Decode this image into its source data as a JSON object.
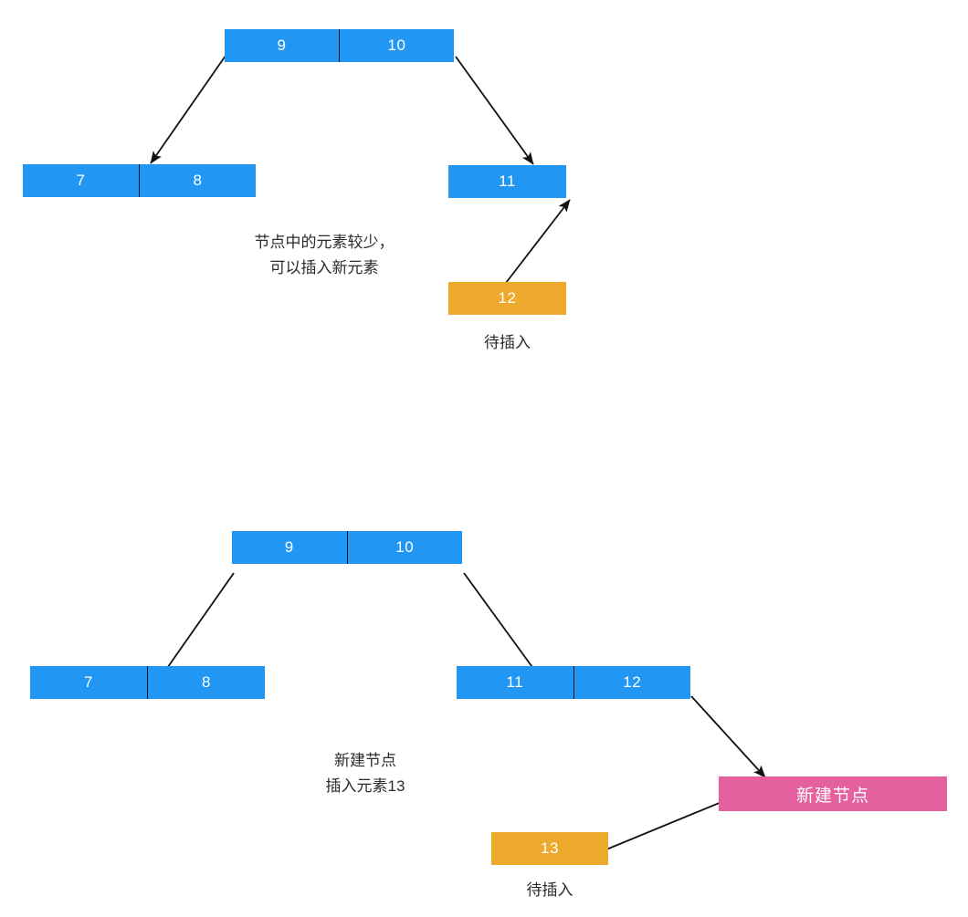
{
  "diagram": {
    "title": "B-tree insertion illustration",
    "colors": {
      "node_blue": "#2196f3",
      "pending_orange": "#eda92b",
      "new_node_pink": "#e4609f",
      "arrow_black": "#111111",
      "text_dark": "#2b2b2b",
      "node_text_white": "#ffffff",
      "background": "#ffffff"
    },
    "steps": [
      {
        "id": "step-1",
        "root": {
          "cells": [
            "9",
            "10"
          ]
        },
        "left_child": {
          "cells": [
            "7",
            "8"
          ]
        },
        "right_child": {
          "cells": [
            "11"
          ]
        },
        "pending": {
          "cells": [
            "12"
          ],
          "label": "待插入"
        },
        "caption": "节点中的元素较少，\n可以插入新元素"
      },
      {
        "id": "step-2",
        "root": {
          "cells": [
            "9",
            "10"
          ]
        },
        "left_child": {
          "cells": [
            "7",
            "8"
          ]
        },
        "right_child": {
          "cells": [
            "11",
            "12"
          ]
        },
        "pending": {
          "cells": [
            "13"
          ],
          "label": "待插入"
        },
        "new_node": {
          "cells": [
            "新建节点"
          ]
        },
        "caption": "新建节点\n插入元素13"
      }
    ]
  }
}
